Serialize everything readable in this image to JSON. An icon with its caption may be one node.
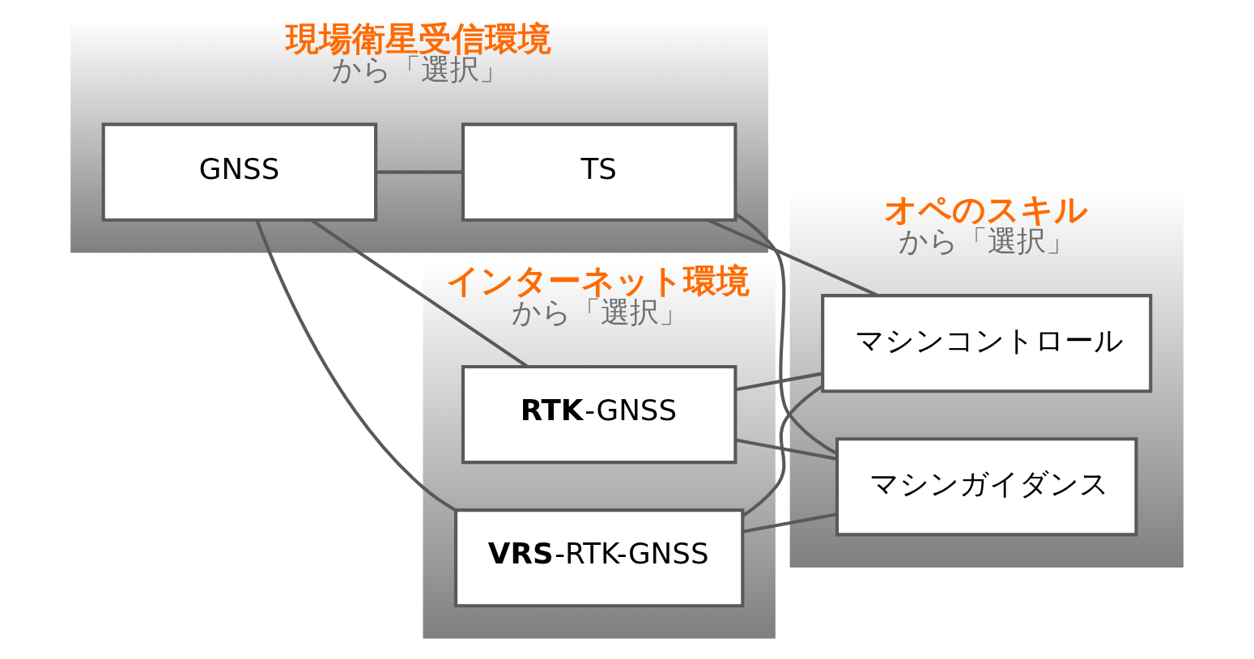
{
  "diagram": {
    "nodes": [
      {
        "text": [
          "現場衛星受信環境",
          "から「選択」"
        ]
      },
      {
        "text": [
          "GNSS"
        ],
        "in": 0
      },
      {
        "text": [
          "TS"
        ],
        "in": 0
      },
      {
        "text": [
          "インターネット環境",
          "から「選択」"
        ]
      },
      {
        "text": [
          "**RTK**-GNSS"
        ],
        "in": 3
      },
      {
        "text": [
          "**VRS**-RTK-GNSS"
        ],
        "in": 3
      },
      {
        "text": [
          "オペのスキル",
          "から「選択」"
        ]
      },
      {
        "text": [
          "マシンコントロール"
        ],
        "in": 6
      },
      {
        "text": [
          "マシンガイダンス"
        ],
        "in": 6
      }
    ],
    "edges": [
      {
        "from": 1,
        "to": 2,
        "arrow": "none"
      },
      {
        "from": 1,
        "to": 4,
        "arrow": "none"
      },
      {
        "from": 1,
        "to": 5,
        "arrow": "none"
      },
      {
        "from": 4,
        "to": 7,
        "arrow": "none"
      },
      {
        "from": 4,
        "to": 8,
        "arrow": "none"
      },
      {
        "from": 5,
        "to": 7,
        "arrow": "none"
      },
      {
        "from": 5,
        "to": 8,
        "arrow": "none"
      },
      {
        "from": 2,
        "to": 7,
        "arrow": "none"
      },
      {
        "from": 2,
        "to": 8,
        "arrow": "none"
      }
    ]
  }
}
